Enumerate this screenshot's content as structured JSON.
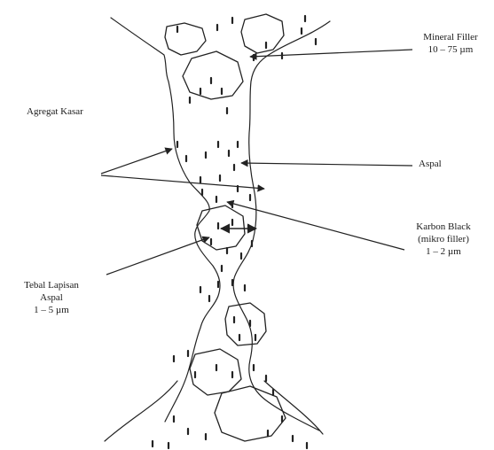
{
  "labels": {
    "mineral_filler": {
      "name": "Mineral  Filler",
      "size": "10 – 75 µm"
    },
    "agregat_kasar": "Agregat Kasar",
    "aspal": "Aspal",
    "karbon_black": {
      "line1": "Karbon Black",
      "line2": "(mikro filler)",
      "line3": "1 – 2 µm"
    },
    "tebal_lapisan": {
      "line1": "Tebal Lapisan",
      "line2": "Aspal",
      "line3": "1 – 5 µm"
    }
  }
}
